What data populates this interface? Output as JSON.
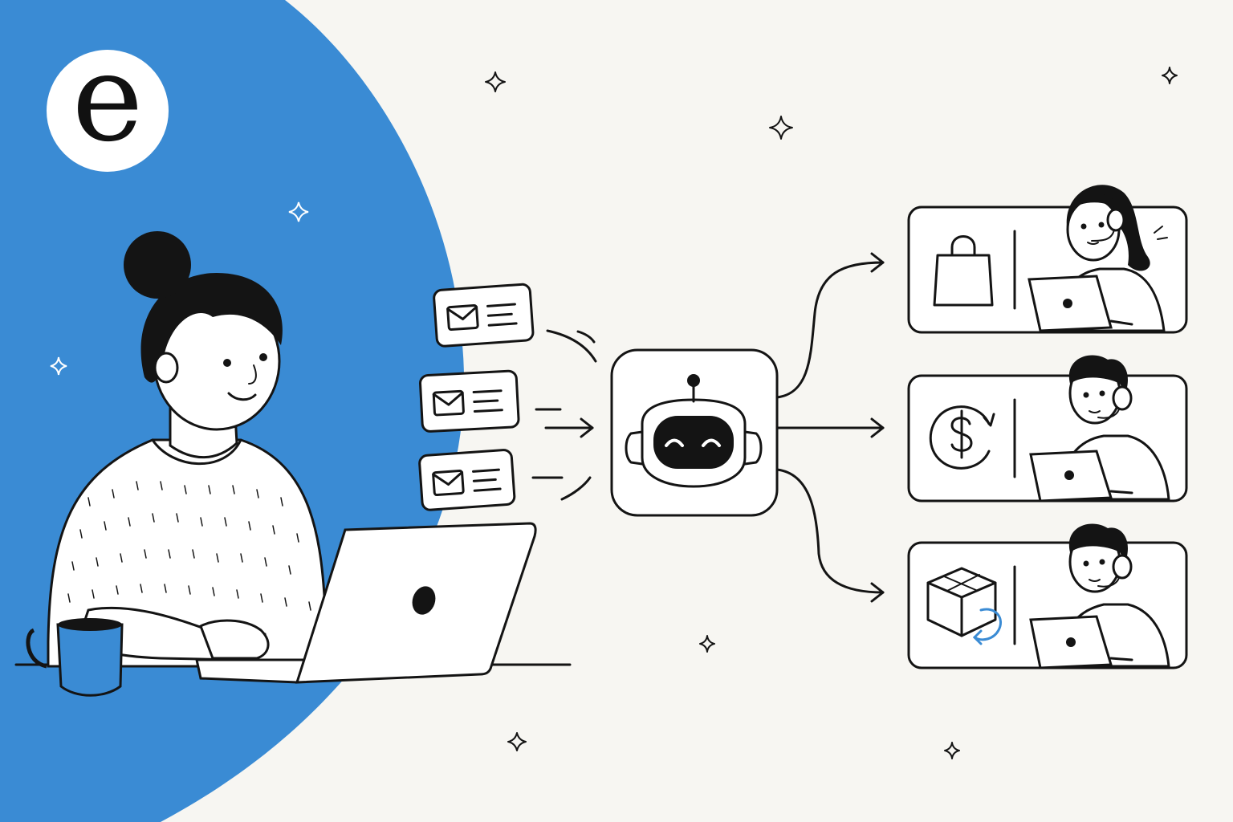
{
  "logo": {
    "letter": "e",
    "name": "brand-logo"
  },
  "colors": {
    "brand_blue": "#3a8bd4",
    "ink": "#141414",
    "background": "#f7f6f2",
    "card": "#ffffff"
  },
  "incoming_messages": [
    {
      "icon": "envelope-icon"
    },
    {
      "icon": "envelope-icon"
    },
    {
      "icon": "envelope-icon"
    }
  ],
  "router": {
    "icon": "robot-icon"
  },
  "routes": [
    {
      "category_icon": "shopping-bag-icon",
      "agent": "support-agent-woman-with-headset"
    },
    {
      "category_icon": "dollar-refund-icon",
      "agent": "support-agent-man-with-headset"
    },
    {
      "category_icon": "box-return-icon",
      "agent": "support-agent-man-with-headset"
    }
  ]
}
